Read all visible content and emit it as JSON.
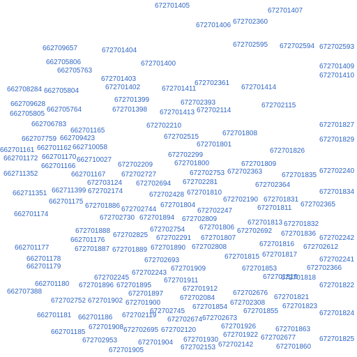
{
  "colors": {
    "label": "#2f66c4",
    "background": "#ffffff"
  },
  "labels": [
    "672701405",
    "672701407",
    "672701406",
    "672702360",
    "662709657",
    "672702595",
    "672702594",
    "672702593",
    "672701404",
    "662705806",
    "672701400",
    "672701409",
    "662705763",
    "672701410",
    "672701403",
    "672702361",
    "662708284",
    "662705804",
    "672701402",
    "672701411",
    "672701414",
    "672701399",
    "672702393",
    "662709628",
    "672702115",
    "672701398",
    "672701413",
    "672702114",
    "662705805",
    "662705764",
    "662706783",
    "672702210",
    "672701827",
    "662701165",
    "672701808",
    "672702515",
    "662707759",
    "662709423",
    "672701829",
    "672701801",
    "662710058",
    "662701161",
    "662701162",
    "672701826",
    "662701172",
    "662701170",
    "662710027",
    "672702299",
    "672701800",
    "672702209",
    "672701809",
    "662701166",
    "672702240",
    "672702753",
    "672702363",
    "662711352",
    "662701167",
    "672702727",
    "672701835",
    "672702281",
    "672702694",
    "672702364",
    "662711351",
    "672703124",
    "662711399",
    "672702174",
    "672701810",
    "672702428",
    "672701834",
    "672702190",
    "672701831",
    "662701175",
    "672701886",
    "672701804",
    "672702365",
    "672702744",
    "672702247",
    "672701811",
    "662701174",
    "672702730",
    "672701894",
    "672702809",
    "672701813",
    "672701832",
    "672701888",
    "672702754",
    "672701806",
    "672702692",
    "672701836",
    "672702825",
    "672702242",
    "662701176",
    "672702291",
    "672701807",
    "672701816",
    "662701177",
    "672701887",
    "672701889",
    "672701890",
    "672702808",
    "672702612",
    "672701815",
    "672701817",
    "662701178",
    "672702693",
    "672702241",
    "662701179",
    "672702366",
    "672701909",
    "672701853",
    "672702243",
    "672701819",
    "672701818",
    "672702245",
    "672701911",
    "662701180",
    "672701896",
    "672701895",
    "672701822",
    "662707388",
    "672701912",
    "672702676",
    "672701897",
    "672702084",
    "672701821",
    "672702752",
    "672701902",
    "672701900",
    "672702308",
    "672701854",
    "672701823",
    "672701855",
    "672702745",
    "662701181",
    "672702119",
    "672701824",
    "662701186",
    "672702674",
    "672702673",
    "672701908",
    "672701926",
    "672701863",
    "662701185",
    "672702695",
    "672702120",
    "672701922",
    "672702953",
    "672702677",
    "672701930",
    "672701825",
    "672701904",
    "672702142",
    "672702153",
    "672701860",
    "672701905"
  ]
}
